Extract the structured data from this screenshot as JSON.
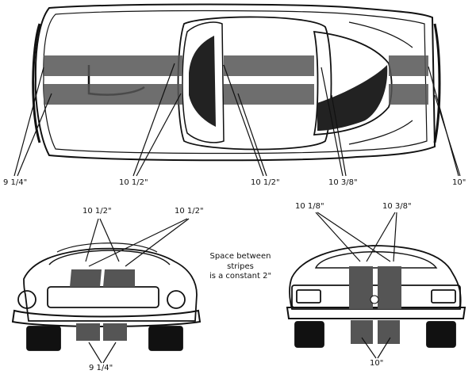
{
  "top_view": {
    "labels": {
      "rear_width": "9 1/4\"",
      "trunk_stripe": "10 1/2\"",
      "roof_stripe": "10 1/2\"",
      "hood_stripe": "10 3/8\"",
      "front_width": "10\""
    }
  },
  "front_view": {
    "labels": {
      "top_left": "10 1/2\"",
      "top_right": "10 1/2\"",
      "bottom": "9 1/4\""
    }
  },
  "rear_view": {
    "labels": {
      "top_left": "10 1/8\"",
      "top_right": "10 3/8\"",
      "bottom": "10\""
    }
  },
  "note": {
    "line1": "Space between",
    "line2": "stripes",
    "line3": "is a constant 2\""
  }
}
